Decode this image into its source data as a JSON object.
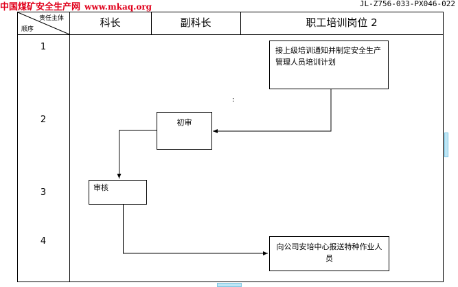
{
  "brand": {
    "name": "中国煤矿安全生产网",
    "url": "www.mkaq.org"
  },
  "doc_number": "JL-Z756-033-PX046-022",
  "header": {
    "corner_top": "责任主体",
    "corner_bottom": "顺序",
    "columns": [
      "科长",
      "副科长",
      "职工培训岗位 2"
    ]
  },
  "rows": [
    "1",
    "2",
    "3",
    "4"
  ],
  "steps": [
    {
      "text": "接上级培训通知并制定安全生产管理人员培训计划"
    },
    {
      "text": "初审"
    },
    {
      "text": "审核"
    },
    {
      "text": "向公司安培中心报送特种作业人员"
    }
  ],
  "stray_mark": ":"
}
